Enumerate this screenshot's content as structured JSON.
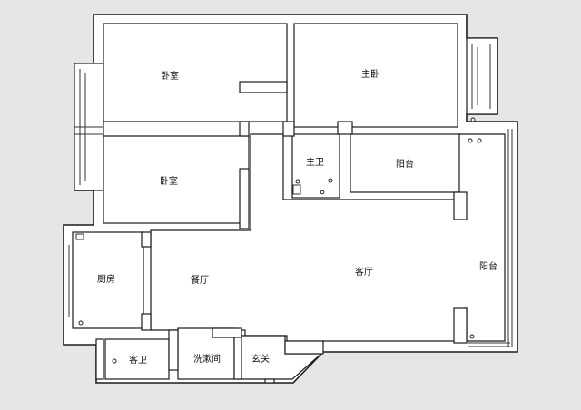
{
  "rooms": {
    "bedroom_north": "卧室",
    "master_bedroom": "主卧",
    "bedroom_middle": "卧室",
    "master_bath": "主卫",
    "balcony_north": "阳台",
    "living_room": "客厅",
    "balcony_east": "阳台",
    "kitchen": "厨房",
    "dining_room": "餐厅",
    "guest_bath": "客卫",
    "laundry": "洗漱间",
    "entrance": "玄关"
  }
}
